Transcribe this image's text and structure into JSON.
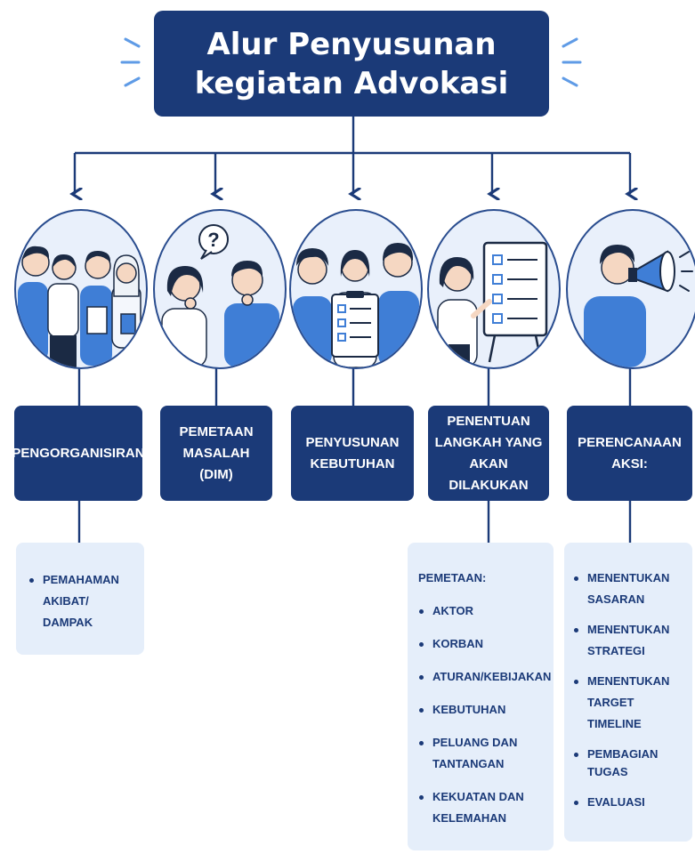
{
  "title": {
    "line1": "Alur Penyusunan",
    "line2": "kegiatan Advokasi"
  },
  "colors": {
    "navy": "#1b3a78",
    "accent": "#3f7ed6",
    "panel": "#e5eefa",
    "illustration_bg": "#e9f0fb"
  },
  "illustrations": [
    {
      "icon": "team-group-icon"
    },
    {
      "icon": "thinking-question-icon"
    },
    {
      "icon": "checklist-clipboard-icon"
    },
    {
      "icon": "whiteboard-checklist-icon"
    },
    {
      "icon": "megaphone-icon"
    }
  ],
  "speech_bubble": "?",
  "steps": [
    {
      "lines": [
        "PENGORGANISIRAN"
      ]
    },
    {
      "lines": [
        "PEMETAAN",
        "MASALAH",
        "(DIM)"
      ]
    },
    {
      "lines": [
        "PENYUSUNAN",
        "KEBUTUHAN"
      ]
    },
    {
      "lines": [
        "PENENTUAN",
        "LANGKAH YANG",
        "AKAN DILAKUKAN"
      ]
    },
    {
      "lines": [
        "PERENCANAAN AKSI:"
      ]
    }
  ],
  "panel1": {
    "items": [
      [
        "PEMAHAMAN",
        "AKIBAT/",
        "DAMPAK"
      ]
    ]
  },
  "panel4": {
    "heading": "PEMETAAN:",
    "items": [
      [
        "AKTOR"
      ],
      [
        "KORBAN"
      ],
      [
        "ATURAN/KEBIJAKAN"
      ],
      [
        "KEBUTUHAN"
      ],
      [
        "PELUANG DAN",
        "TANTANGAN"
      ],
      [
        "KEKUATAN DAN",
        "KELEMAHAN"
      ]
    ]
  },
  "panel5": {
    "items": [
      [
        "MENENTUKAN",
        "SASARAN"
      ],
      [
        "MENENTUKAN",
        "STRATEGI"
      ],
      [
        "MENENTUKAN",
        "TARGET",
        "TIMELINE"
      ],
      [
        "PEMBAGIAN TUGAS"
      ],
      [
        "EVALUASI"
      ]
    ]
  }
}
